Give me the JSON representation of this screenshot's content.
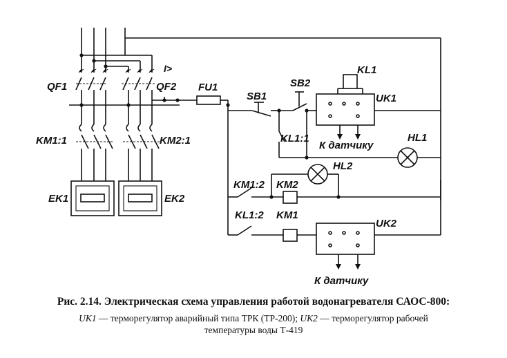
{
  "diagram": {
    "labels": {
      "qf1": "QF1",
      "qf2": "QF2",
      "current_trip": "I>",
      "fu1": "FU1",
      "sb1": "SB1",
      "sb2": "SB2",
      "kl1": "KL1",
      "uk1": "UK1",
      "uk2": "UK2",
      "hl1": "HL1",
      "hl2": "HL2",
      "km1_1": "KM1:1",
      "km2_1": "KM2:1",
      "km1_2": "KM1:2",
      "km2": "KM2",
      "km1": "KM1",
      "kl1_1": "KL1:1",
      "kl1_2": "KL1:2",
      "ek1": "EK1",
      "ek2": "EK2",
      "sensor_1": "К датчику",
      "sensor_2": "К датчику"
    }
  },
  "caption": {
    "title": "Рис. 2.14. Электрическая схема управления работой водонагревателя САОС-800:",
    "uk1_code": "UK1",
    "uk1_text": " — терморегулятор аварийный типа ТРК (ТР-200); ",
    "uk2_code": "UK2",
    "uk2_text": " — терморегулятор рабочей",
    "line2": "температуры воды Т-419"
  }
}
